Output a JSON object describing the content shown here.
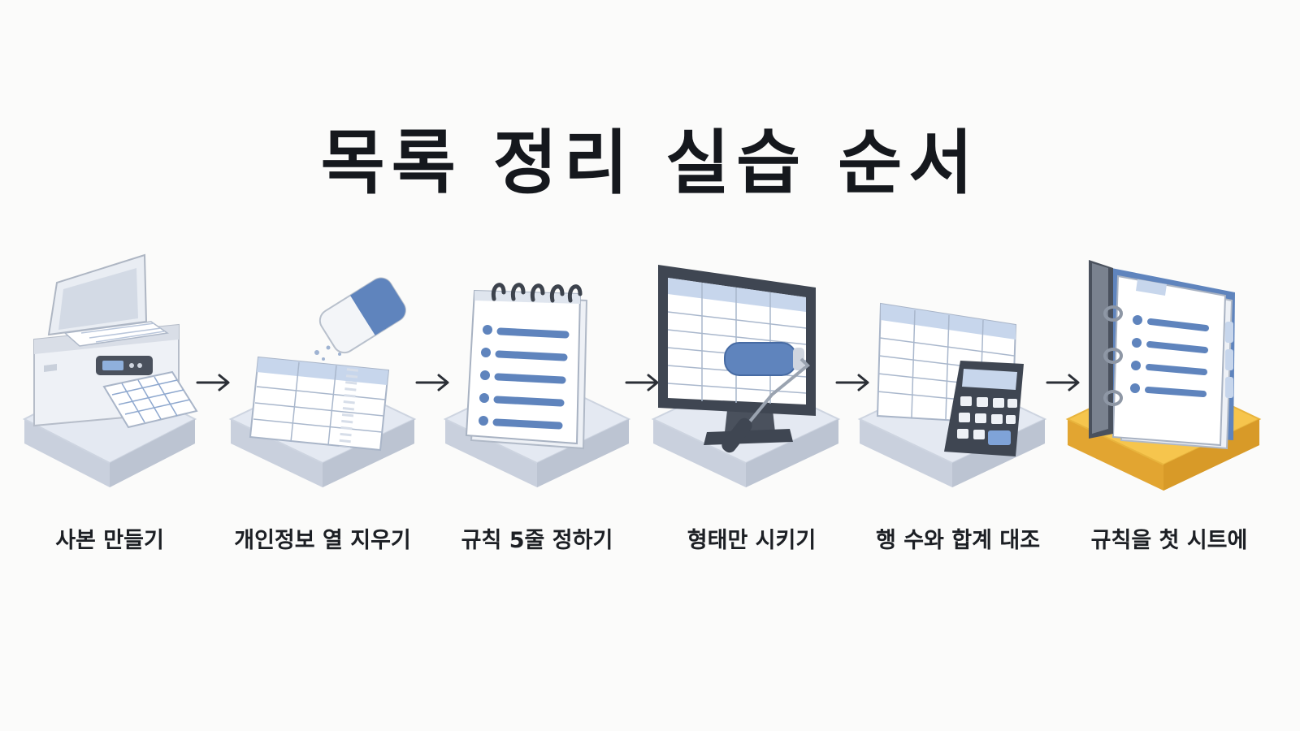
{
  "title": "목록 정리 실습 순서",
  "steps": [
    {
      "label": "사본 만들기",
      "icon": "copier-icon"
    },
    {
      "label": "개인정보 열 지우기",
      "icon": "eraser-icon"
    },
    {
      "label": "규칙 5줄 정하기",
      "icon": "notepad-icon"
    },
    {
      "label": "형태만 시키기",
      "icon": "paint-roller-monitor-icon"
    },
    {
      "label": "행 수와 합계 대조",
      "icon": "calculator-icon"
    },
    {
      "label": "규칙을 첫 시트에",
      "icon": "binder-icon"
    }
  ],
  "colors": {
    "platform": "#dde3ee",
    "platform_side": "#c9d0dd",
    "highlight_platform": "#f6c54d",
    "highlight_platform_side": "#e2a531",
    "accent_blue": "#5f84bd",
    "dark_slate": "#3f4652"
  }
}
